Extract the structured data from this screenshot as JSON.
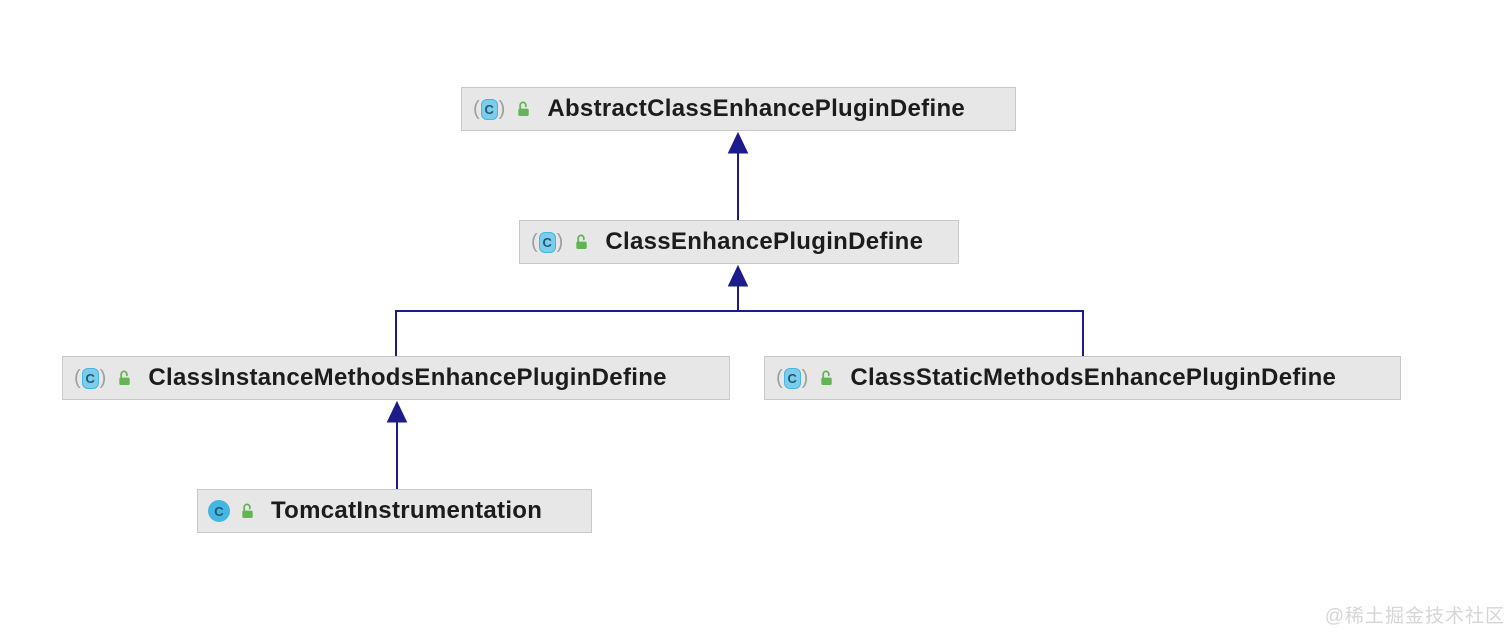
{
  "diagram": {
    "type": "uml-class-inheritance",
    "nodes": [
      {
        "label": "AbstractClassEnhancePluginDefine",
        "stereotype": "abstract-class",
        "visibility": "public"
      },
      {
        "label": "ClassEnhancePluginDefine",
        "stereotype": "abstract-class",
        "visibility": "public"
      },
      {
        "label": "ClassInstanceMethodsEnhancePluginDefine",
        "stereotype": "abstract-class",
        "visibility": "public"
      },
      {
        "label": "ClassStaticMethodsEnhancePluginDefine",
        "stereotype": "abstract-class",
        "visibility": "public"
      },
      {
        "label": "TomcatInstrumentation",
        "stereotype": "class",
        "visibility": "public"
      }
    ],
    "edges": [
      {
        "from": "ClassEnhancePluginDefine",
        "to": "AbstractClassEnhancePluginDefine",
        "type": "extends"
      },
      {
        "from": "ClassInstanceMethodsEnhancePluginDefine",
        "to": "ClassEnhancePluginDefine",
        "type": "extends"
      },
      {
        "from": "ClassStaticMethodsEnhancePluginDefine",
        "to": "ClassEnhancePluginDefine",
        "type": "extends"
      },
      {
        "from": "TomcatInstrumentation",
        "to": "ClassInstanceMethodsEnhancePluginDefine",
        "type": "extends"
      }
    ],
    "icon": {
      "letter": "C",
      "paren_open": "(",
      "paren_close": ")"
    }
  },
  "colors": {
    "arrow": "#1B1B8C",
    "node-bg": "#E7E7E7",
    "node-border": "#C9C9C9",
    "node-text": "#1C1C1C",
    "class-icon-blue": "#45B5E2",
    "abstract-pill-blue": "#7CCCEA",
    "icon-letter": "#1F5A73",
    "paren-gray": "#9E9E9E",
    "lock-green": "#62B454",
    "watermark-gray": "#D6D6D6"
  },
  "watermark": "@稀土掘金技术社区"
}
